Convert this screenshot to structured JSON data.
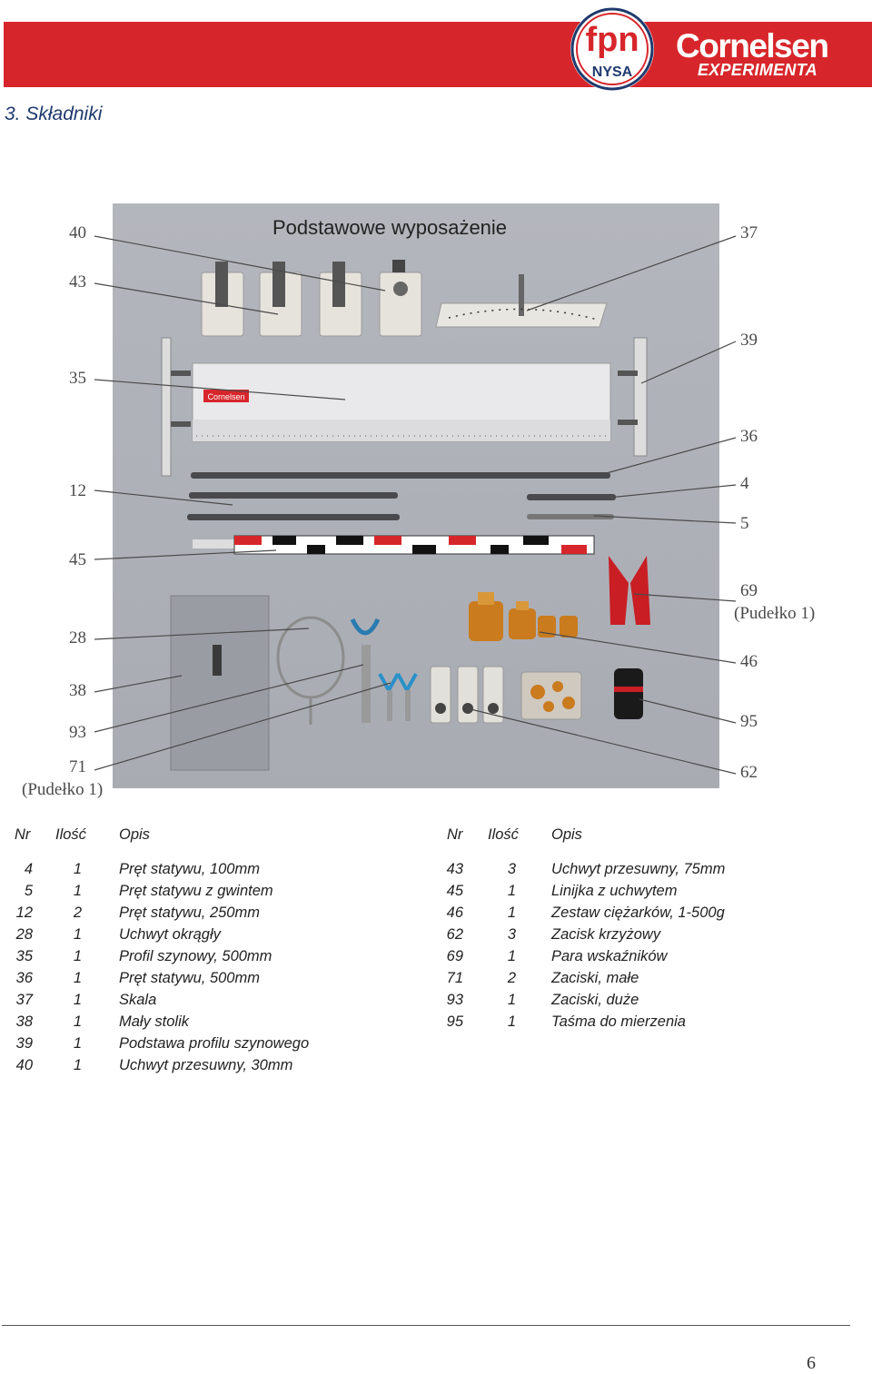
{
  "header": {
    "brand_name": "Cornelsen",
    "brand_sub": "EXPERIMENTA",
    "logo_text": "NYSA",
    "logo_mark": "fpn",
    "accent_color": "#d7262b"
  },
  "section_title": "3. Składniki",
  "photo": {
    "title": "Podstawowe wyposażenie",
    "callouts_left": [
      "40",
      "43",
      "35",
      "12",
      "45",
      "28",
      "38",
      "93",
      "71"
    ],
    "callouts_right": [
      "37",
      "39",
      "36",
      "4",
      "5",
      "69",
      "46",
      "95",
      "62"
    ],
    "box_note_69": "(Pudełko 1)",
    "box_note_71": "(Pudełko 1)",
    "rail_label": "Cornelsen"
  },
  "table": {
    "headers": {
      "nr": "Nr",
      "qty": "Ilość",
      "desc": "Opis"
    },
    "left": [
      {
        "nr": "4",
        "qty": "1",
        "desc": "Pręt statywu, 100mm"
      },
      {
        "nr": "5",
        "qty": "1",
        "desc": "Pręt statywu z gwintem"
      },
      {
        "nr": "12",
        "qty": "2",
        "desc": "Pręt statywu, 250mm"
      },
      {
        "nr": "28",
        "qty": "1",
        "desc": "Uchwyt okrągły"
      },
      {
        "nr": "35",
        "qty": "1",
        "desc": "Profil szynowy, 500mm"
      },
      {
        "nr": "36",
        "qty": "1",
        "desc": "Pręt statywu, 500mm"
      },
      {
        "nr": "37",
        "qty": "1",
        "desc": "Skala"
      },
      {
        "nr": "38",
        "qty": "1",
        "desc": "Mały stolik"
      },
      {
        "nr": "39",
        "qty": "1",
        "desc": "Podstawa profilu szynowego"
      },
      {
        "nr": "40",
        "qty": "1",
        "desc": "Uchwyt przesuwny, 30mm"
      }
    ],
    "right": [
      {
        "nr": "43",
        "qty": "3",
        "desc": "Uchwyt przesuwny, 75mm"
      },
      {
        "nr": "45",
        "qty": "1",
        "desc": "Linijka z uchwytem"
      },
      {
        "nr": "46",
        "qty": "1",
        "desc": "Zestaw ciężarków, 1-500g"
      },
      {
        "nr": "62",
        "qty": "3",
        "desc": "Zacisk krzyżowy"
      },
      {
        "nr": "69",
        "qty": "1",
        "desc": "Para wskaźników"
      },
      {
        "nr": "71",
        "qty": "2",
        "desc": "Zaciski, małe"
      },
      {
        "nr": "93",
        "qty": "1",
        "desc": "Zaciski, duże"
      },
      {
        "nr": "95",
        "qty": "1",
        "desc": "Taśma do mierzenia"
      }
    ]
  },
  "page_number": "6"
}
